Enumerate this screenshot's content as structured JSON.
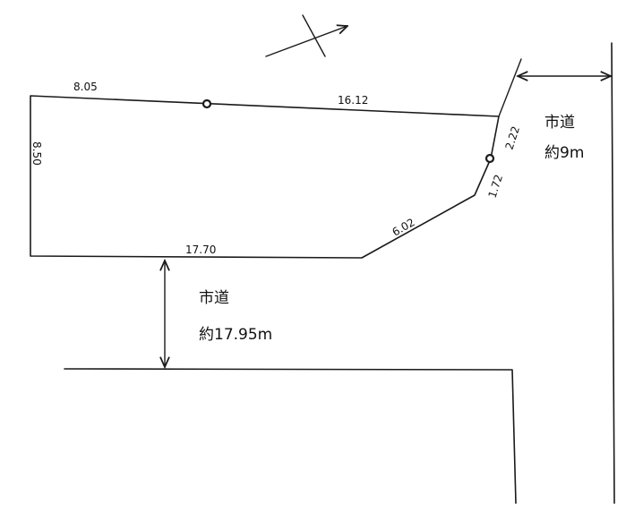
{
  "plot": {
    "dimensions": {
      "top_left": "8.05",
      "top_right": "16.12",
      "left": "8.50",
      "bottom": "17.70",
      "diag_lower": "6.02",
      "right_lower": "1.72",
      "right_upper": "2.22"
    }
  },
  "roads": {
    "south": {
      "name": "市道",
      "width": "約17.95m"
    },
    "east": {
      "name": "市道",
      "width": "約9m"
    }
  }
}
